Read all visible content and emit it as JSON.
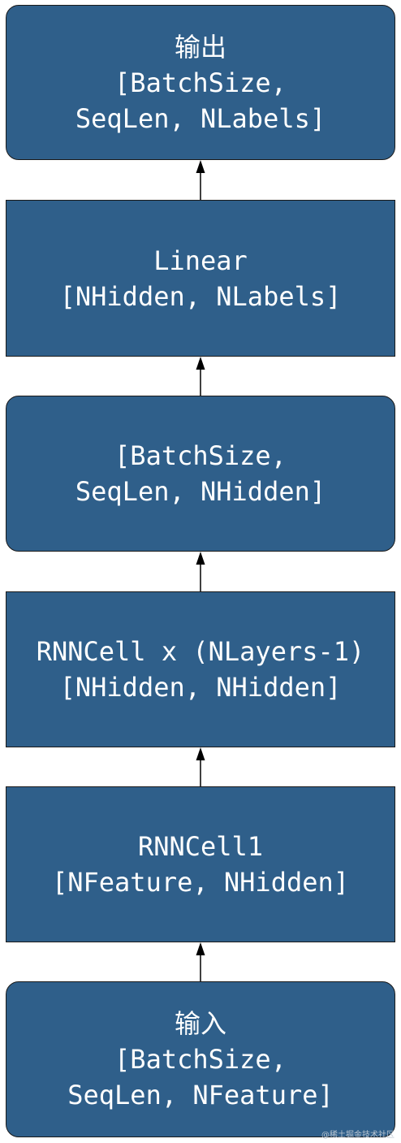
{
  "nodes": [
    {
      "id": "output",
      "lines": [
        "输出",
        "[BatchSize,",
        "SeqLen, NLabels]"
      ],
      "rounded": true
    },
    {
      "id": "linear",
      "lines": [
        "Linear",
        "[NHidden, NLabels]"
      ],
      "rounded": false
    },
    {
      "id": "hidden-state",
      "lines": [
        "[BatchSize,",
        "SeqLen, NHidden]"
      ],
      "rounded": true
    },
    {
      "id": "rnncell-x",
      "lines": [
        "RNNCell x (NLayers-1)",
        "[NHidden, NHidden]"
      ],
      "rounded": false
    },
    {
      "id": "rnncell1",
      "lines": [
        "RNNCell1",
        "[NFeature, NHidden]"
      ],
      "rounded": false
    },
    {
      "id": "input",
      "lines": [
        "输入",
        "[BatchSize,",
        "SeqLen, NFeature]"
      ],
      "rounded": true
    }
  ],
  "edges": [
    {
      "from": "input",
      "to": "rnncell1"
    },
    {
      "from": "rnncell1",
      "to": "rnncell-x"
    },
    {
      "from": "rnncell-x",
      "to": "hidden-state"
    },
    {
      "from": "hidden-state",
      "to": "linear"
    },
    {
      "from": "linear",
      "to": "output"
    }
  ],
  "watermark": "@稀土掘金技术社区",
  "colors": {
    "box_fill": "#2f5f8a",
    "text": "#ffffff",
    "arrow": "#000000"
  }
}
